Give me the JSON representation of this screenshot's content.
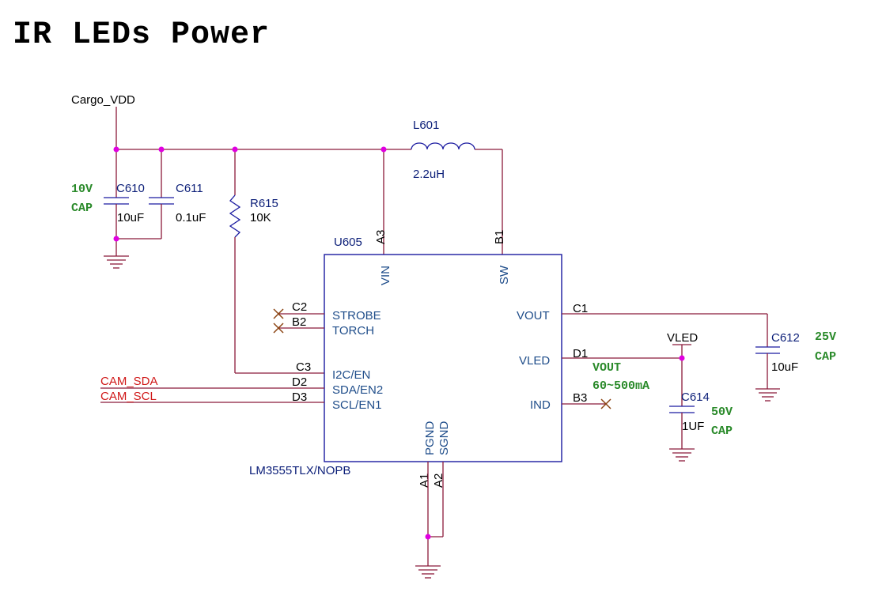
{
  "title": "IR LEDs Power",
  "net_labels": {
    "cargo_vdd": "Cargo_VDD",
    "vled": "VLED",
    "cam_sda": "CAM_SDA",
    "cam_scl": "CAM_SCL"
  },
  "components": {
    "c610": {
      "ref": "C610",
      "value": "10uF",
      "tag1": "10V",
      "tag2": "CAP"
    },
    "c611": {
      "ref": "C611",
      "value": "0.1uF"
    },
    "r615": {
      "ref": "R615",
      "value": "10K"
    },
    "l601": {
      "ref": "L601",
      "value": "2.2uH"
    },
    "c612": {
      "ref": "C612",
      "value": "10uF",
      "tag1": "25V",
      "tag2": "CAP"
    },
    "c614": {
      "ref": "C614",
      "value": "1UF",
      "tag1": "50V",
      "tag2": "CAP"
    },
    "u605": {
      "ref": "U605",
      "part": "LM3555TLX/NOPB"
    }
  },
  "pins": {
    "vin": {
      "name": "VIN",
      "num": "A3"
    },
    "sw": {
      "name": "SW",
      "num": "B1"
    },
    "strobe": {
      "name": "STROBE",
      "num": "C2"
    },
    "torch": {
      "name": "TORCH",
      "num": "B2"
    },
    "i2c_en": {
      "name": "I2C/EN",
      "num": "C3"
    },
    "sda_en2": {
      "name": "SDA/EN2",
      "num": "D2"
    },
    "scl_en1": {
      "name": "SCL/EN1",
      "num": "D3"
    },
    "vout": {
      "name": "VOUT",
      "num": "C1"
    },
    "vled": {
      "name": "VLED",
      "num": "D1"
    },
    "ind": {
      "name": "IND",
      "num": "B3"
    },
    "pgnd": {
      "name": "PGND",
      "num": "A1"
    },
    "sgnd": {
      "name": "SGND",
      "num": "A2"
    }
  },
  "annotation": {
    "line1": "VOUT",
    "line2": "60~500mA"
  },
  "colors": {
    "wire": "#8b1a3a",
    "body": "#1a1aa0",
    "junction": "#e000e0",
    "net_red": "#cc1a1a",
    "tag_green": "#2a8a2a"
  }
}
